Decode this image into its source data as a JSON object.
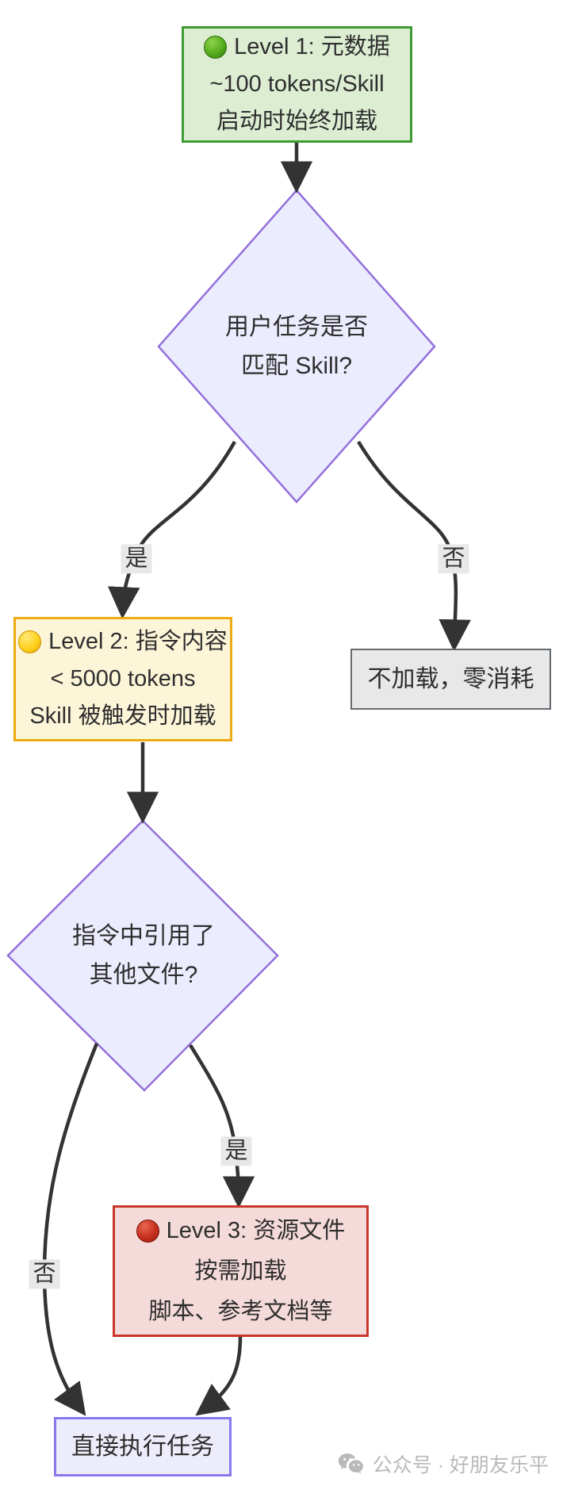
{
  "diagram": {
    "title_hint": "Skill loading levels flowchart",
    "nodes": {
      "level1": {
        "icon": "green-circle",
        "title": "Level 1: 元数据",
        "line2": "~100 tokens/Skill",
        "line3": "启动时始终加载"
      },
      "decision1": {
        "line1": "用户任务是否",
        "line2": "匹配 Skill?"
      },
      "level2": {
        "icon": "yellow-circle",
        "title": "Level 2: 指令内容",
        "line2": "< 5000 tokens",
        "line3": "Skill 被触发时加载"
      },
      "skip": {
        "line1": "不加载，零消耗"
      },
      "decision2": {
        "line1": "指令中引用了",
        "line2": "其他文件?"
      },
      "level3": {
        "icon": "red-circle",
        "title": "Level 3: 资源文件",
        "line2": "按需加载",
        "line3": "脚本、参考文档等"
      },
      "execute": {
        "line1": "直接执行任务"
      }
    },
    "edges": {
      "yes1": "是",
      "no1": "否",
      "yes2": "是",
      "no2": "否"
    },
    "colors": {
      "level1_fill": "#dcedd2",
      "level1_border": "#3f9b33",
      "level2_fill": "#fdf5d8",
      "level2_border": "#edaa13",
      "level3_fill": "#f5dada",
      "level3_border": "#c8352a",
      "decision_fill": "#ececff",
      "decision_border": "#9370db",
      "skip_fill": "#e8e8e8",
      "skip_border": "#64696e",
      "execute_fill": "#ececfb",
      "execute_border": "#8878ee",
      "edge_stroke": "#333333",
      "edge_label_bg": "#e8e8e8",
      "dot_green": "#56ab1e",
      "dot_yellow": "#ffd21e",
      "dot_red": "#c62f1e",
      "watermark_gray": "#b9b9b9"
    }
  },
  "watermark": {
    "icon": "wechat-icon",
    "text": "公众号 · 好朋友乐平"
  }
}
